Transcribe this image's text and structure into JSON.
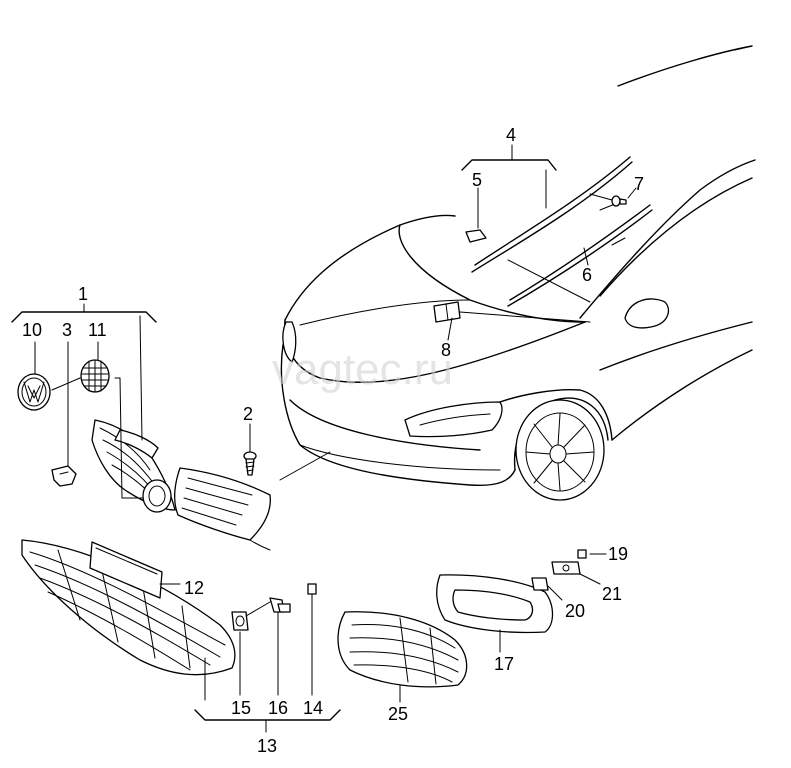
{
  "watermark": "vagtec.ru",
  "callouts": {
    "c1": "1",
    "c2": "2",
    "c3": "3",
    "c4": "4",
    "c5": "5",
    "c6": "6",
    "c7": "7",
    "c8": "8",
    "c10": "10",
    "c11": "11",
    "c12": "12",
    "c13": "13",
    "c14": "14",
    "c15": "15",
    "c16": "16",
    "c17": "17",
    "c19": "19",
    "c20": "20",
    "c21": "21",
    "c25": "25"
  }
}
